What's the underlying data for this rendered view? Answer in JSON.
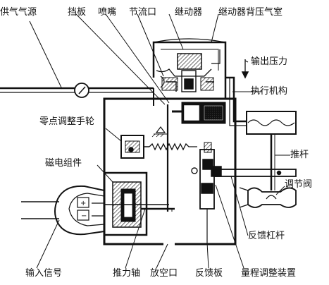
{
  "labels": {
    "supply_air": "供气气源",
    "baffle": "挡板",
    "nozzle": "喷嘴",
    "orifice": "节流口",
    "relay": "继动器",
    "relay_back_chamber": "继动器背压气室",
    "output_pressure": "输出压力",
    "actuator": "执行机构",
    "zero_knob": "零点调整手轮",
    "push_rod": "推杆",
    "magnet_assembly": "磁电组件",
    "control_valve": "调节阀",
    "feedback_lever": "反馈杠杆",
    "input_signal": "输入信号",
    "thrust_shaft": "推力轴",
    "vent": "放空口",
    "feedback_plate": "反馈板",
    "range_adjust": "量程调整装置"
  },
  "colors": {
    "ink": "#111111",
    "paper": "#ffffff"
  }
}
